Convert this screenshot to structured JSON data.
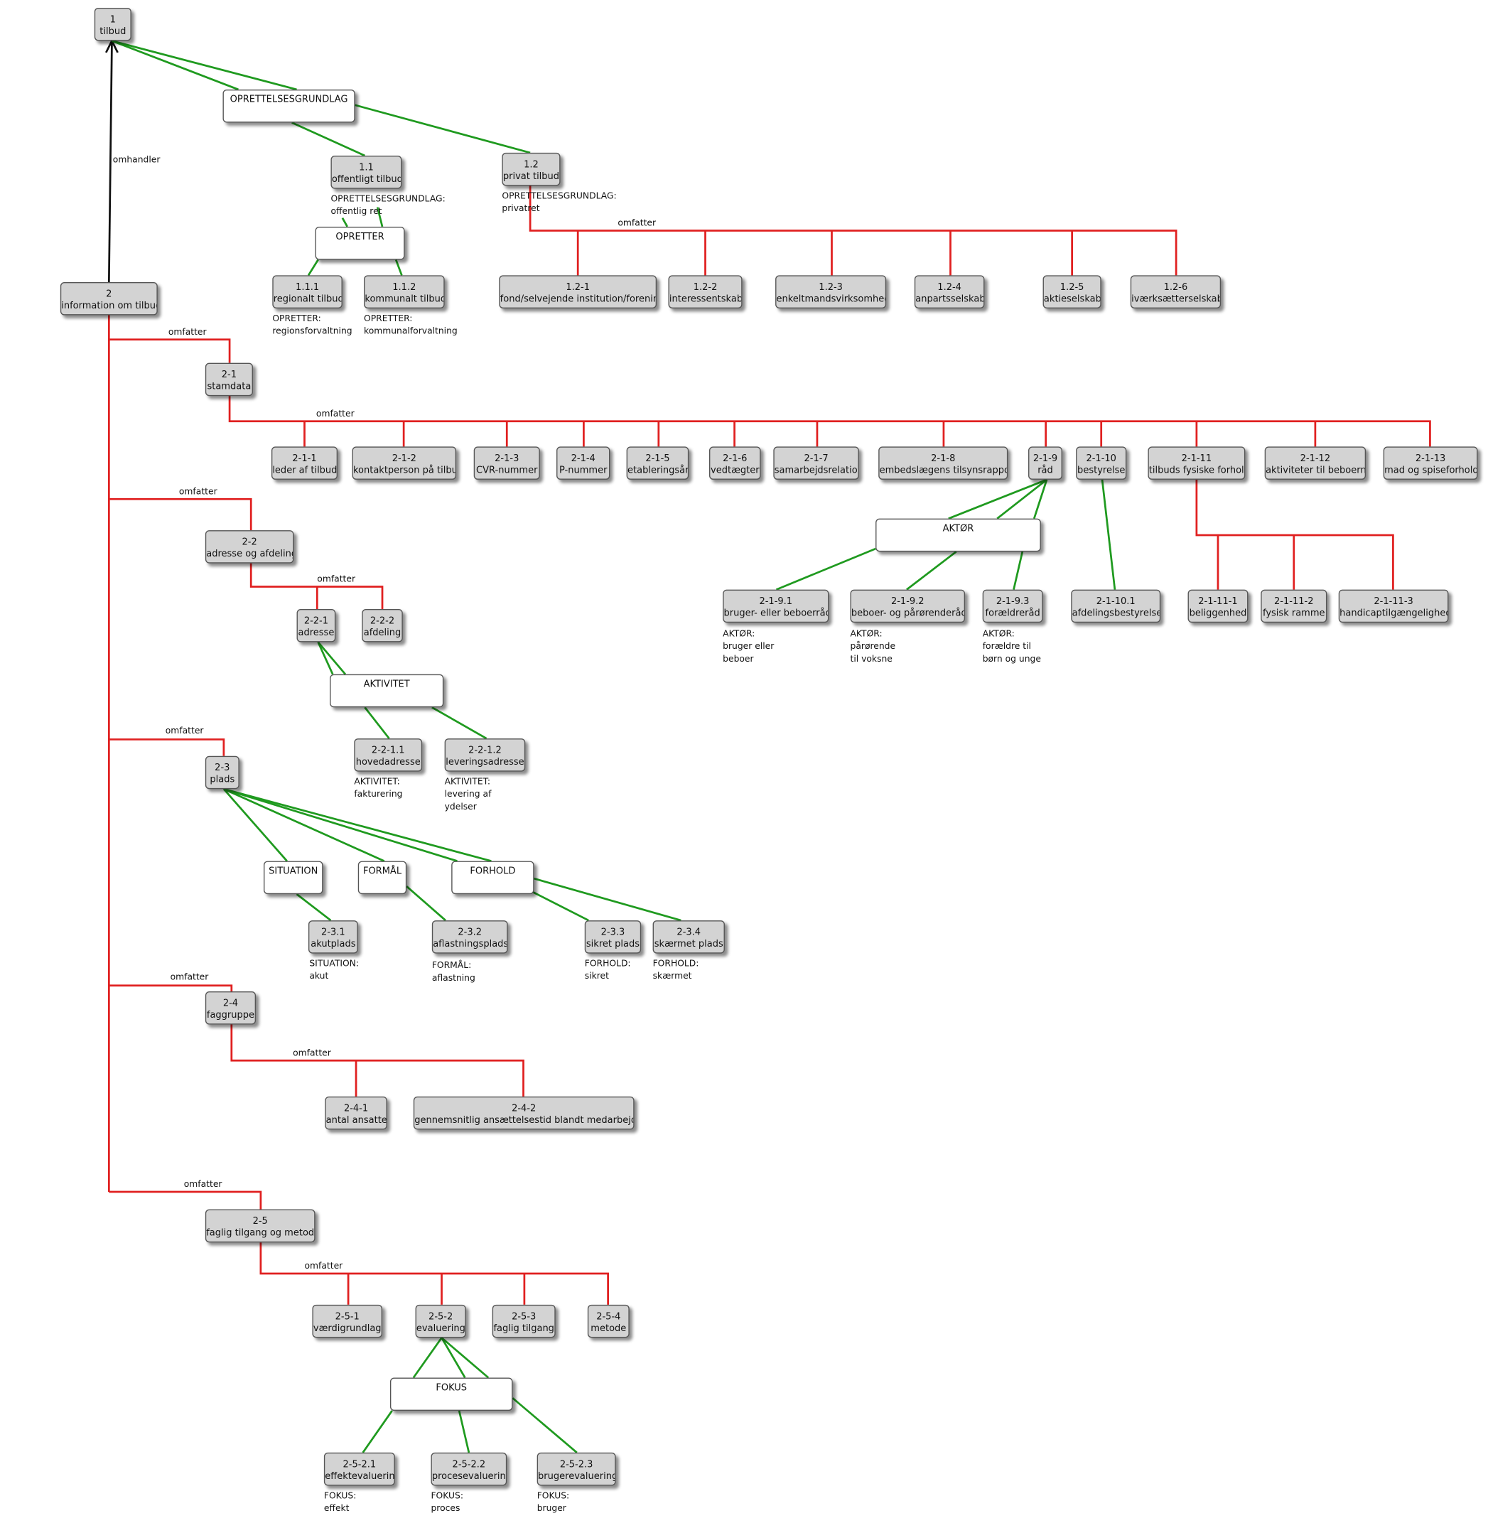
{
  "colors": {
    "tree_edge": "#e02020",
    "qualifier_edge": "#1f9a1f",
    "main_edge": "#111111",
    "node_fill": "#d3d3d3",
    "qualifier_fill": "#ffffff"
  },
  "nodes": {
    "n1": [
      "1",
      "tilbud"
    ],
    "n2": [
      "2",
      "information om tilbud"
    ],
    "n1_1": [
      "1.1",
      "offentligt tilbud"
    ],
    "n1_2": [
      "1.2",
      "privat tilbud"
    ],
    "n1_1_1": [
      "1.1.1",
      "regionalt tilbud"
    ],
    "n1_1_2": [
      "1.1.2",
      "kommunalt tilbud"
    ],
    "n1_2_1": [
      "1.2-1",
      "fond/selvejende institution/forening"
    ],
    "n1_2_2": [
      "1.2-2",
      "interessentskab"
    ],
    "n1_2_3": [
      "1.2-3",
      "enkeltmandsvirksomhed"
    ],
    "n1_2_4": [
      "1.2-4",
      "anpartsselskab"
    ],
    "n1_2_5": [
      "1.2-5",
      "aktieselskab"
    ],
    "n1_2_6": [
      "1.2-6",
      "iværksætterselskab"
    ],
    "n2_1": [
      "2-1",
      "stamdata"
    ],
    "n2_1_1": [
      "2-1-1",
      "leder af tilbud"
    ],
    "n2_1_2": [
      "2-1-2",
      "kontaktperson på tilbud"
    ],
    "n2_1_3": [
      "2-1-3",
      "CVR-nummer"
    ],
    "n2_1_4": [
      "2-1-4",
      "P-nummer"
    ],
    "n2_1_5": [
      "2-1-5",
      "etableringsår"
    ],
    "n2_1_6": [
      "2-1-6",
      "vedtægter"
    ],
    "n2_1_7": [
      "2-1-7",
      "samarbejdsrelation"
    ],
    "n2_1_8": [
      "2-1-8",
      "embedslægens tilsynsrapport"
    ],
    "n2_1_9": [
      "2-1-9",
      "råd"
    ],
    "n2_1_10": [
      "2-1-10",
      "bestyrelse"
    ],
    "n2_1_11": [
      "2-1-11",
      "tilbuds fysiske forhold"
    ],
    "n2_1_12": [
      "2-1-12",
      "aktiviteter til beboerne"
    ],
    "n2_1_13": [
      "2-1-13",
      "mad og spiseforhold"
    ],
    "n2_1_9_1": [
      "2-1-9.1",
      "bruger- eller beboerråd"
    ],
    "n2_1_9_2": [
      "2-1-9.2",
      "beboer- og pårørenderåd"
    ],
    "n2_1_9_3": [
      "2-1-9.3",
      "forældreråd"
    ],
    "n2_1_10_1": [
      "2-1-10.1",
      "afdelingsbestyrelse"
    ],
    "n2_1_11_1": [
      "2-1-11-1",
      "beliggenhed"
    ],
    "n2_1_11_2": [
      "2-1-11-2",
      "fysisk ramme"
    ],
    "n2_1_11_3": [
      "2-1-11-3",
      "handicaptilgængelighed"
    ],
    "n2_2": [
      "2-2",
      "adresse og afdeling"
    ],
    "n2_2_1": [
      "2-2-1",
      "adresse"
    ],
    "n2_2_2": [
      "2-2-2",
      "afdeling"
    ],
    "n2_2_1_1": [
      "2-2-1.1",
      "hovedadresse"
    ],
    "n2_2_1_2": [
      "2-2-1.2",
      "leveringsadresse"
    ],
    "n2_3": [
      "2-3",
      "plads"
    ],
    "n2_3_1": [
      "2-3.1",
      "akutplads"
    ],
    "n2_3_2": [
      "2-3.2",
      "aflastningsplads"
    ],
    "n2_3_3": [
      "2-3.3",
      "sikret plads"
    ],
    "n2_3_4": [
      "2-3.4",
      "skærmet plads"
    ],
    "n2_4": [
      "2-4",
      "faggruppe"
    ],
    "n2_4_1": [
      "2-4-1",
      "antal ansatte"
    ],
    "n2_4_2": [
      "2-4-2",
      "gennemsnitlig ansættelsestid blandt medarbejdere"
    ],
    "n2_5": [
      "2-5",
      "faglig tilgang og metode"
    ],
    "n2_5_1": [
      "2-5-1",
      "værdigrundlag"
    ],
    "n2_5_2": [
      "2-5-2",
      "evaluering"
    ],
    "n2_5_3": [
      "2-5-3",
      "faglig tilgang"
    ],
    "n2_5_4": [
      "2-5-4",
      "metode"
    ],
    "n2_5_2_1": [
      "2-5-2.1",
      "effektevaluering"
    ],
    "n2_5_2_2": [
      "2-5-2.2",
      "procesevaluering"
    ],
    "n2_5_2_3": [
      "2-5-2.3",
      "brugerevaluering"
    ]
  },
  "qualifiers": {
    "q_opr": "OPRETTELSESGRUNDLAG",
    "q_opretter": "OPRETTER",
    "q_aktor": "AKTØR",
    "q_aktivitet": "AKTIVITET",
    "q_situation": "SITUATION",
    "q_formal": "FORMÅL",
    "q_forhold": "FORHOLD",
    "q_fokus": "FOKUS"
  },
  "edge_labels": {
    "omhandler": "omhandler",
    "omfatter": "omfatter"
  },
  "annotations": {
    "a1_1": [
      "OPRETTELSESGRUNDLAG:",
      "offentlig ret"
    ],
    "a1_2": [
      "OPRETTELSESGRUNDLAG:",
      "privatret"
    ],
    "a1_1_1": [
      "OPRETTER:",
      "regionsforvaltning"
    ],
    "a1_1_2": [
      "OPRETTER:",
      "kommunalforvaltning"
    ],
    "a2_1_9_1": [
      "AKTØR:",
      "bruger eller",
      "beboer"
    ],
    "a2_1_9_2": [
      "AKTØR:",
      "pårørende",
      "til voksne"
    ],
    "a2_1_9_3": [
      "AKTØR:",
      "forældre til",
      "børn og unge"
    ],
    "a2_2_1_1": [
      "AKTIVITET:",
      "fakturering"
    ],
    "a2_2_1_2": [
      "AKTIVITET:",
      "levering af",
      "ydelser"
    ],
    "a2_3_1": [
      "SITUATION:",
      "akut"
    ],
    "a2_3_2": [
      "FORMÅL:",
      "aflastning"
    ],
    "a2_3_3": [
      "FORHOLD:",
      "sikret"
    ],
    "a2_3_4": [
      "FORHOLD:",
      "skærmet"
    ],
    "a2_5_2_1": [
      "FOKUS:",
      "effekt"
    ],
    "a2_5_2_2": [
      "FOKUS:",
      "proces"
    ],
    "a2_5_2_3": [
      "FOKUS:",
      "bruger"
    ]
  }
}
